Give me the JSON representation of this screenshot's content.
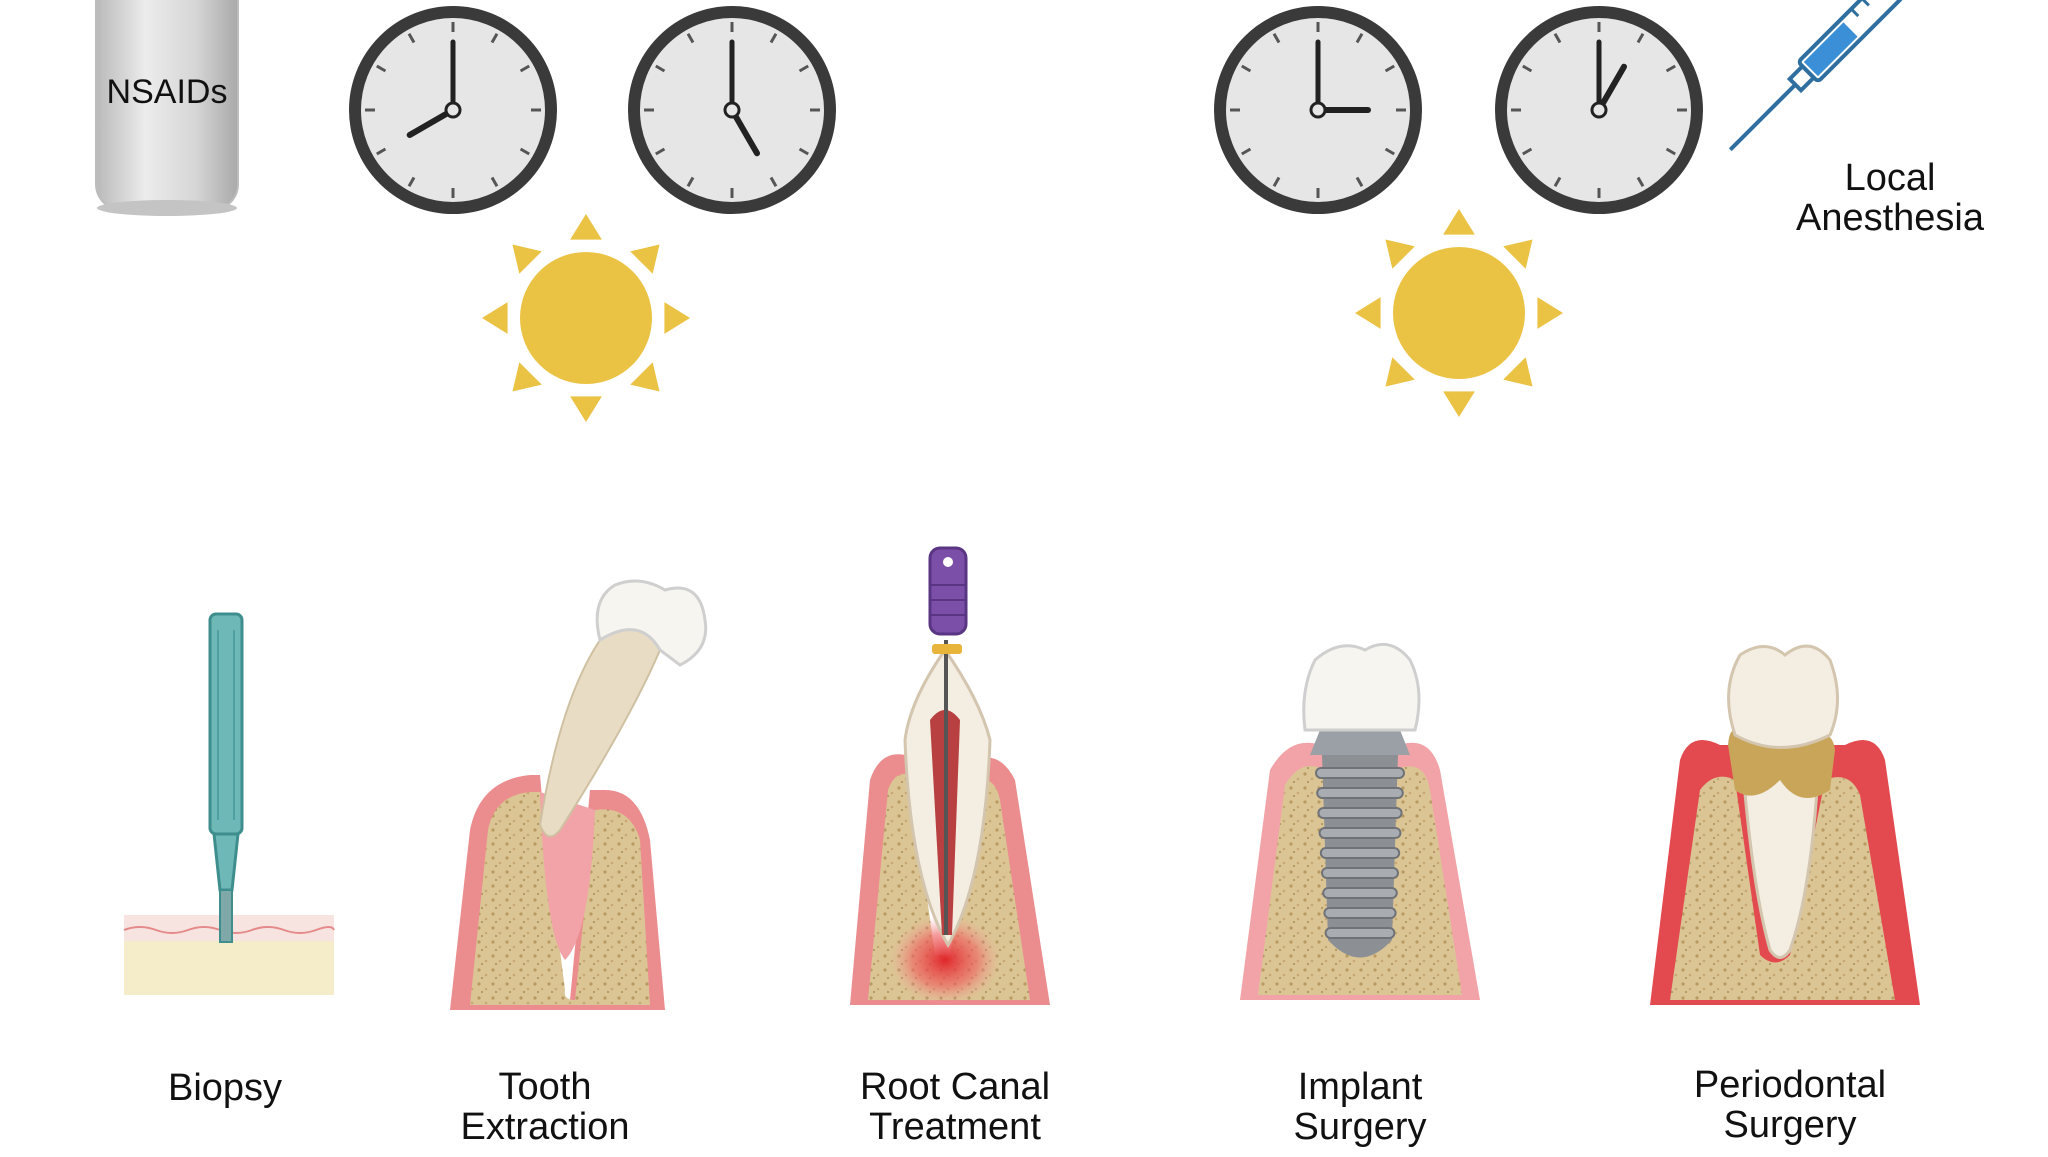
{
  "medication": {
    "label": "NSAIDs",
    "color": "#d8d8d8"
  },
  "anesthesia": {
    "line1": "Local",
    "line2": "Anesthesia",
    "color": "#2f6f9f",
    "liquid": "#3a8fd6"
  },
  "clocks": [
    {
      "name": "clock-8-oclock",
      "hour": 8,
      "minute": 0
    },
    {
      "name": "clock-5-oclock",
      "hour": 5,
      "minute": 0
    },
    {
      "name": "clock-3-oclock",
      "hour": 3,
      "minute": 0
    },
    {
      "name": "clock-1-oclock",
      "hour": 1,
      "minute": 0
    }
  ],
  "colors": {
    "sun": "#ebc344",
    "gum": "#e8787a",
    "bone": "#d9c08e",
    "tooth": "#f3f0e8",
    "file_handle": "#7b4fa8",
    "inflammation": "#e0262a",
    "implant": "#8c8f94",
    "tartar": "#c9a55a",
    "biopsy_punch": "#6fb8b8"
  },
  "procedures": [
    {
      "name": "biopsy",
      "line1": "Biopsy",
      "line2": ""
    },
    {
      "name": "tooth-extraction",
      "line1": "Tooth",
      "line2": "Extraction"
    },
    {
      "name": "root-canal-treatment",
      "line1": "Root Canal",
      "line2": "Treatment"
    },
    {
      "name": "implant-surgery",
      "line1": "Implant",
      "line2": "Surgery"
    },
    {
      "name": "periodontal-surgery",
      "line1": "Periodontal",
      "line2": "Surgery"
    }
  ]
}
